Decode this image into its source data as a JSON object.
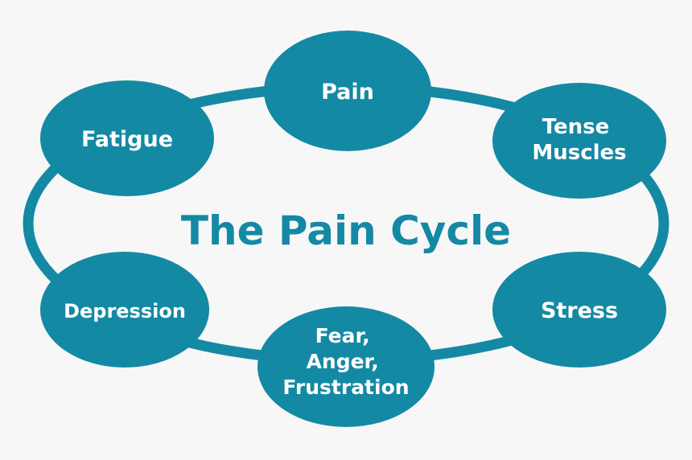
{
  "title": "The Pain Cycle",
  "colors": {
    "primary": "#1489a4",
    "text_on_node": "#ffffff",
    "background": "#f7f7f8"
  },
  "nodes": [
    {
      "id": "pain",
      "lines": [
        "Pain"
      ]
    },
    {
      "id": "tense-muscles",
      "lines": [
        "Tense",
        "Muscles"
      ]
    },
    {
      "id": "stress",
      "lines": [
        "Stress"
      ]
    },
    {
      "id": "fear-anger-frustration",
      "lines": [
        "Fear,",
        "Anger,",
        "Frustration"
      ]
    },
    {
      "id": "depression",
      "lines": [
        "Depression"
      ]
    },
    {
      "id": "fatigue",
      "lines": [
        "Fatigue"
      ]
    }
  ]
}
